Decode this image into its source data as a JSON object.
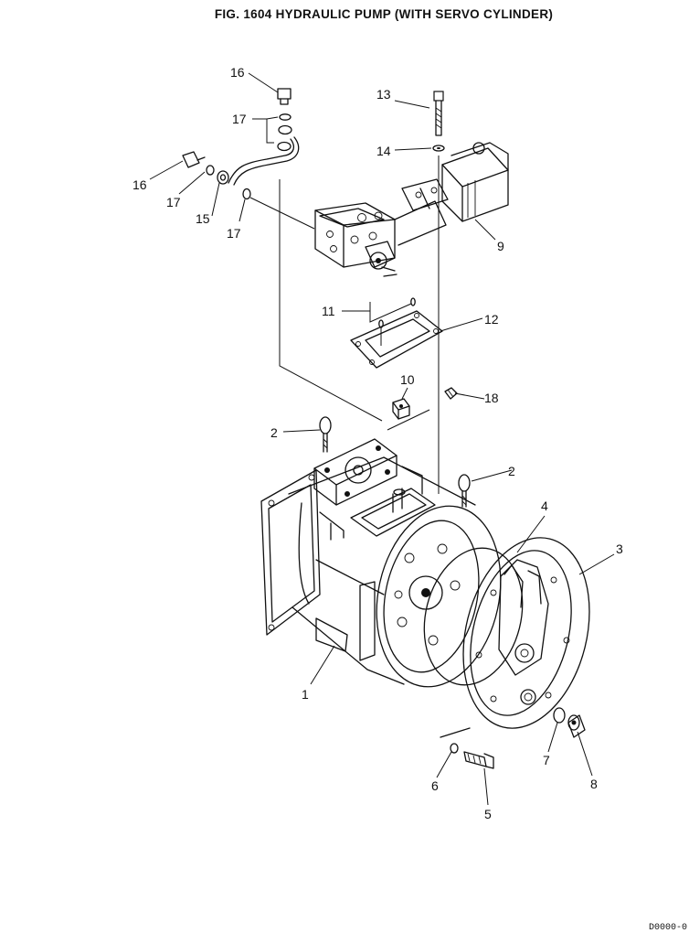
{
  "figure": {
    "title": "FIG. 1604   HYDRAULIC PUMP (WITH SERVO CYLINDER)",
    "corner_code": "D0000-0"
  },
  "callouts": [
    {
      "id": "c1",
      "label": "1"
    },
    {
      "id": "c2a",
      "label": "2"
    },
    {
      "id": "c2b",
      "label": "2"
    },
    {
      "id": "c3",
      "label": "3"
    },
    {
      "id": "c4",
      "label": "4"
    },
    {
      "id": "c5",
      "label": "5"
    },
    {
      "id": "c6",
      "label": "6"
    },
    {
      "id": "c7",
      "label": "7"
    },
    {
      "id": "c8",
      "label": "8"
    },
    {
      "id": "c9",
      "label": "9"
    },
    {
      "id": "c10",
      "label": "10"
    },
    {
      "id": "c11",
      "label": "11"
    },
    {
      "id": "c12",
      "label": "12"
    },
    {
      "id": "c13",
      "label": "13"
    },
    {
      "id": "c14",
      "label": "14"
    },
    {
      "id": "c15",
      "label": "15"
    },
    {
      "id": "c16a",
      "label": "16"
    },
    {
      "id": "c16b",
      "label": "16"
    },
    {
      "id": "c17a",
      "label": "17"
    },
    {
      "id": "c17b",
      "label": "17"
    },
    {
      "id": "c17c",
      "label": "17"
    },
    {
      "id": "c18",
      "label": "18"
    }
  ]
}
